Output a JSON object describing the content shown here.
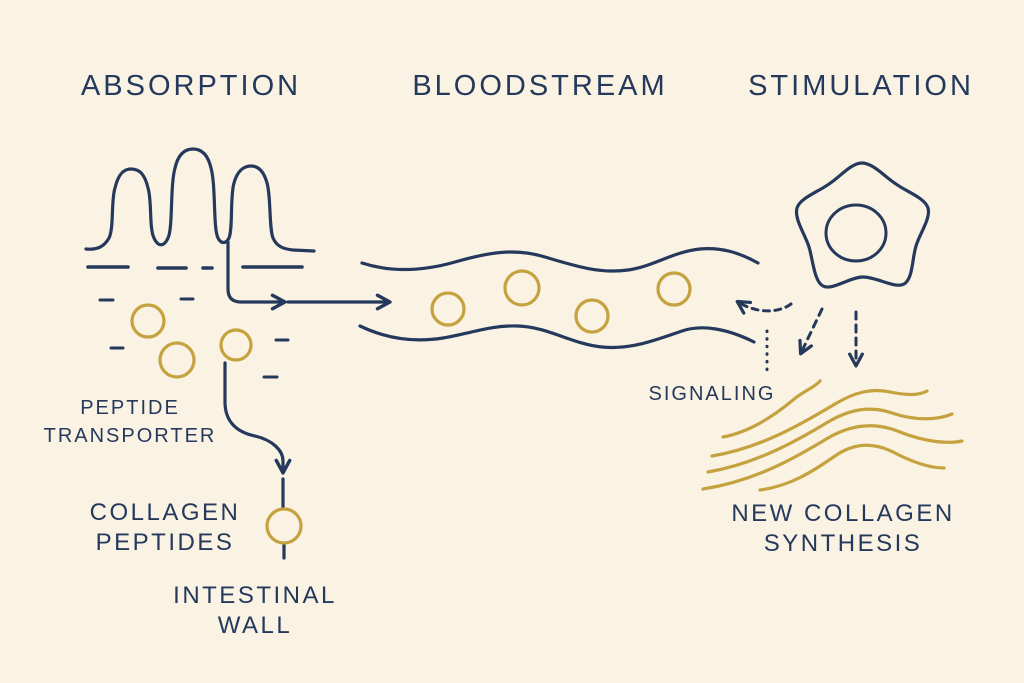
{
  "colors": {
    "background": "#FAF2E3",
    "ink": "#24395B",
    "gold": "#C5A23E"
  },
  "headers": {
    "absorption": "ABSORPTION",
    "bloodstream": "BLOODSTREAM",
    "stimulation": "STIMULATION"
  },
  "labels": {
    "peptide_transporter": [
      "PEPTIDE",
      "TRANSPORTER"
    ],
    "collagen_peptides": [
      "COLLAGEN",
      "PEPTIDES"
    ],
    "intestinal_wall": [
      "INTESTINAL",
      "WALL"
    ],
    "signaling": "SIGNALING",
    "new_collagen_synthesis": [
      "NEW COLLAGEN",
      "SYNTHESIS"
    ]
  }
}
